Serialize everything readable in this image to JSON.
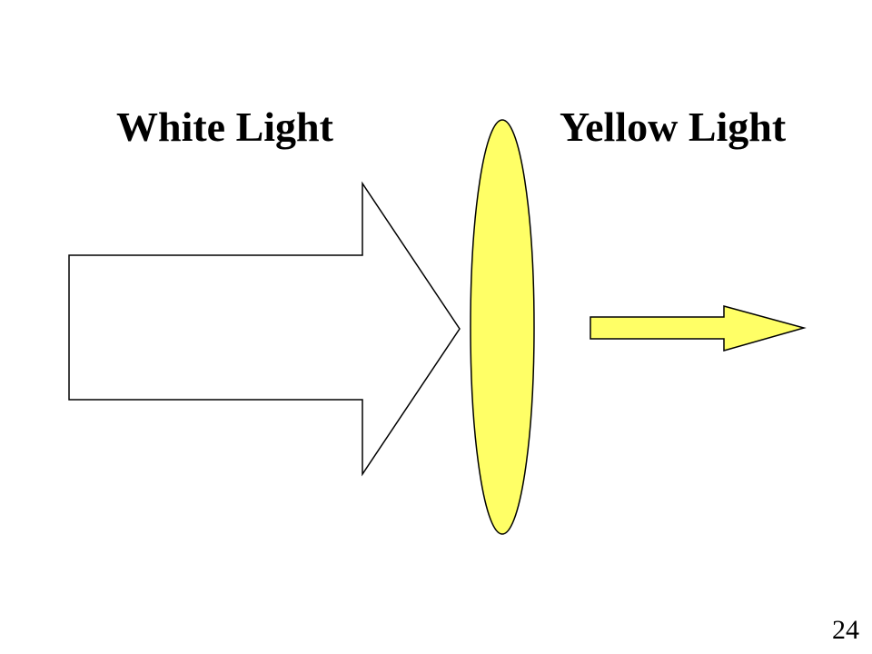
{
  "labels": {
    "incoming": "White Light",
    "outgoing": "Yellow Light"
  },
  "page_number": "24",
  "colors": {
    "background": "#ffffff",
    "filter_fill": "#ffff66",
    "incoming_arrow_fill": "#ffffff",
    "outgoing_arrow_fill": "#ffff66",
    "stroke": "#000000"
  },
  "icons": {
    "incoming": "white-light-arrow",
    "filter": "yellow-filter-lens",
    "outgoing": "yellow-light-arrow"
  }
}
